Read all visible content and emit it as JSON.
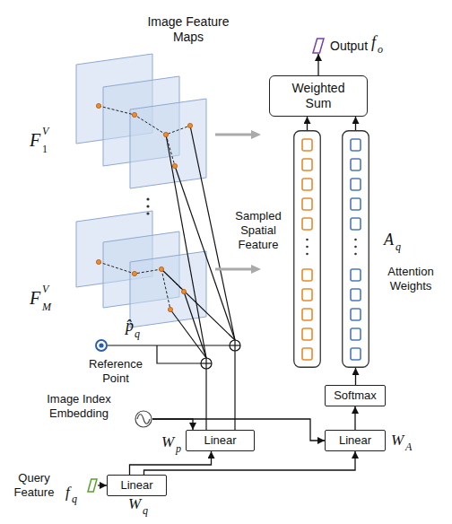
{
  "diagram": {
    "nodes": [
      {
        "text": [
          "Output"
        ]
      },
      {
        "text": [
          "Weighted Sum"
        ]
      },
      {
        "text": [
          "Sampled Spatial Feature"
        ]
      },
      {
        "text": [
          "Attention Weights"
        ]
      },
      {
        "text": [
          "Softmax"
        ]
      },
      {
        "text": [
          "Linear"
        ]
      },
      {
        "text": [
          "Linear"
        ]
      },
      {
        "text": [
          "Reference Point"
        ]
      },
      {
        "text": [
          "Image Index Embedding"
        ]
      },
      {
        "text": [
          "Linear"
        ]
      },
      {
        "text": [
          "Query Feature"
        ]
      }
    ],
    "edges": [
      {
        "from": 9,
        "to": 6,
        "arrow": "to"
      },
      {
        "from": 9,
        "to": 5,
        "arrow": "to"
      },
      {
        "from": 8,
        "to": 6,
        "arrow": "to"
      },
      {
        "from": 8,
        "to": 5,
        "arrow": "to"
      },
      {
        "from": 10,
        "to": 9,
        "arrow": "to"
      },
      {
        "from": 5,
        "to": 4,
        "arrow": "to"
      },
      {
        "from": 4,
        "to": 3,
        "arrow": "to"
      },
      {
        "from": 3,
        "to": 1,
        "arrow": "to"
      },
      {
        "from": 2,
        "to": 1,
        "arrow": "to"
      },
      {
        "from": 1,
        "to": 0,
        "arrow": "to"
      }
    ],
    "labels": [
      "Image Feature Maps",
      "F",
      "1",
      "V",
      "F",
      "M",
      "V",
      "p̂",
      "q",
      "W",
      "p",
      "W",
      "A",
      "W",
      "q",
      "A",
      "q",
      "f",
      "o",
      "f",
      "q"
    ]
  }
}
